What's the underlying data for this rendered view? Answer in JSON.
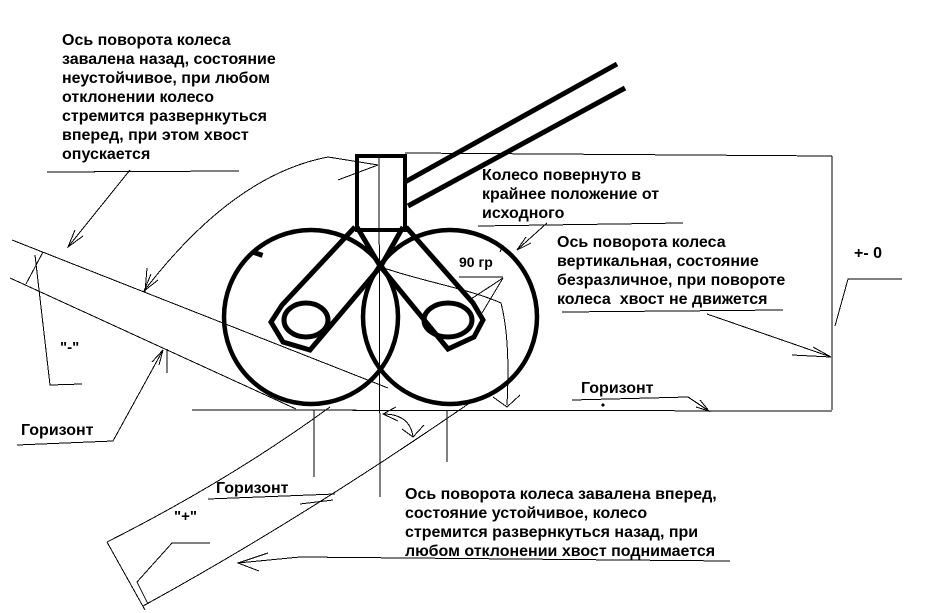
{
  "figure": {
    "background": "#ffffff",
    "ink": "#000000"
  },
  "annotations": {
    "axis_back": {
      "lines": [
        "Ось поворота колеса",
        "завалена назад, состояние",
        "неустойчивое, при любом",
        "отклонении колесо",
        "стремится развернкуться",
        "вперед, при этом хвост",
        "опускается"
      ]
    },
    "wheel_turned": {
      "lines": [
        "Колесо повернуто в",
        "крайнее положение от",
        "исходного"
      ]
    },
    "axis_vertical": {
      "lines": [
        "Ось поворота колеса",
        "вертикальная, состояние",
        "безразличное, при повороте",
        "колеса  хвост не движется"
      ]
    },
    "axis_forward": {
      "lines": [
        "Ось поворота колеса завалена вперед,",
        "состояние устойчивое, колесо",
        "стремится развернкуться назад, при",
        "любом отклонении хвост поднимается"
      ]
    },
    "angle_label": "90 гр",
    "zero_label": "+- 0",
    "horizon_left": "Горизонт",
    "horizon_mid": "Горизонт",
    "horizon_bottom": "Горизонт",
    "minus_label": "\"-\"",
    "plus_label": "\"+\""
  }
}
